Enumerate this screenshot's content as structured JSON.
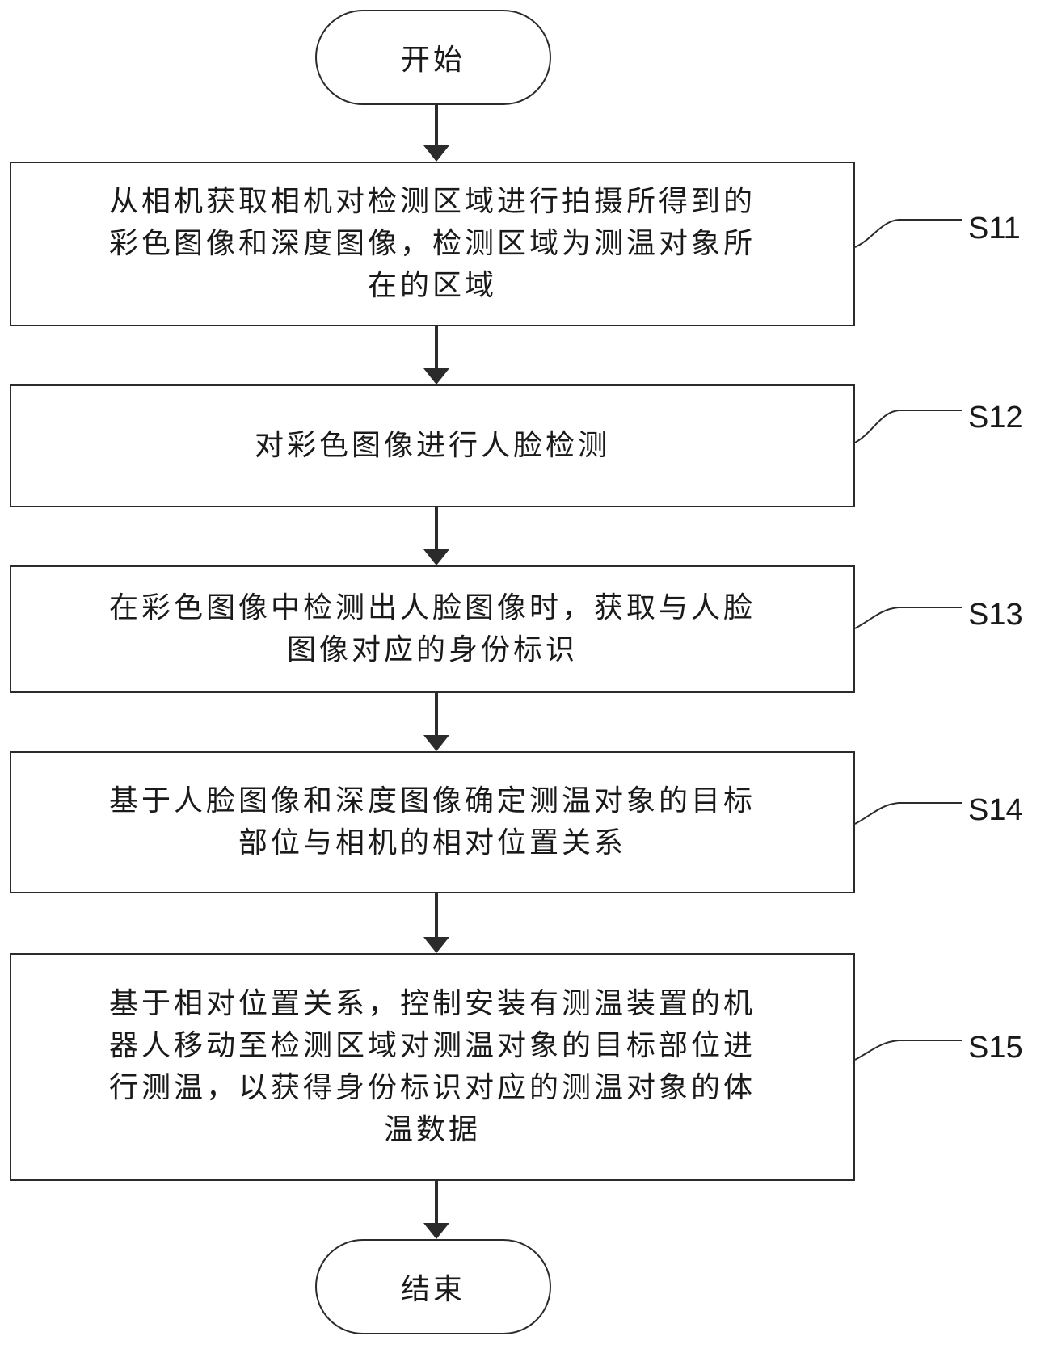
{
  "start_label": "开始",
  "end_label": "结束",
  "steps": [
    {
      "id": "S11",
      "text": "从相机获取相机对检测区域进行拍摄所得到的\n彩色图像和深度图像，检测区域为测温对象所\n在的区域"
    },
    {
      "id": "S12",
      "text": "对彩色图像进行人脸检测"
    },
    {
      "id": "S13",
      "text": "在彩色图像中检测出人脸图像时，获取与人脸\n图像对应的身份标识"
    },
    {
      "id": "S14",
      "text": "基于人脸图像和深度图像确定测温对象的目标\n部位与相机的相对位置关系"
    },
    {
      "id": "S15",
      "text": "基于相对位置关系，控制安装有测温装置的机\n器人移动至检测区域对测温对象的目标部位进\n行测温，以获得身份标识对应的测温对象的体\n温数据"
    }
  ]
}
